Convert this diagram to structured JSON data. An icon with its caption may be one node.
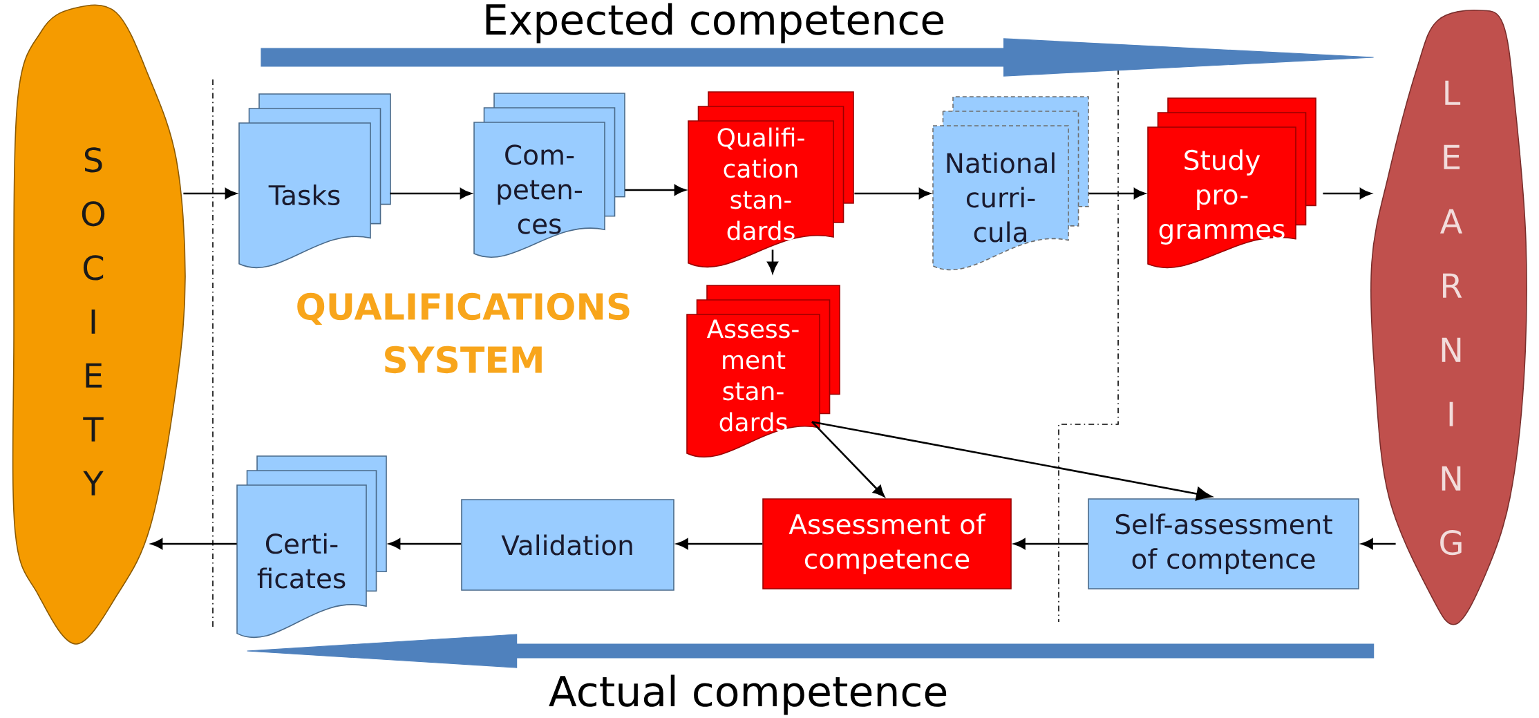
{
  "diagram": {
    "nodes": [
      {
        "text": [
          "S O C I E T Y"
        ]
      },
      {
        "text": [
          "Tasks"
        ]
      },
      {
        "text": [
          "Com- peten- ces"
        ]
      },
      {
        "text": [
          "Qualifi- cation stan- dards"
        ]
      },
      {
        "text": [
          "National curri- cula"
        ]
      },
      {
        "text": [
          "Study pro- grammes"
        ]
      },
      {
        "text": [
          "L E A R N I N G"
        ]
      },
      {
        "text": [
          "Assess- ment stan- dards"
        ]
      },
      {
        "text": [
          "Certi- ficates"
        ]
      },
      {
        "text": [
          "Validation"
        ]
      },
      {
        "text": [
          "Assessment of competence"
        ]
      },
      {
        "text": [
          "Self-assessment of comptence"
        ]
      }
    ],
    "edges": [
      {
        "from": 0,
        "to": 1,
        "arrow": "to"
      },
      {
        "from": 1,
        "to": 2,
        "arrow": "to"
      },
      {
        "from": 2,
        "to": 3,
        "arrow": "to"
      },
      {
        "from": 3,
        "to": 4,
        "arrow": "to"
      },
      {
        "from": 4,
        "to": 5,
        "arrow": "to"
      },
      {
        "from": 5,
        "to": 6,
        "arrow": "to"
      },
      {
        "from": 3,
        "to": 7,
        "arrow": "to"
      },
      {
        "from": 7,
        "to": 10,
        "arrow": "to"
      },
      {
        "from": 7,
        "to": 11,
        "arrow": "to"
      },
      {
        "from": 11,
        "to": 10,
        "arrow": "to"
      },
      {
        "from": 10,
        "to": 9,
        "arrow": "to"
      },
      {
        "from": 9,
        "to": 8,
        "arrow": "to"
      },
      {
        "from": 8,
        "to": 0,
        "arrow": "to"
      },
      {
        "from": 6,
        "to": 11,
        "arrow": "to"
      },
      {
        "from": null,
        "to": 6,
        "arrow": "to",
        "style": "thick",
        "color": "#4f81bd"
      },
      {
        "from": 6,
        "to": 8,
        "arrow": "to",
        "style": "thick",
        "color": "#4f81bd"
      }
    ],
    "labels": [
      "Expected competence",
      "QUALIFICATIONS SYSTEM",
      "Actual competence"
    ]
  }
}
